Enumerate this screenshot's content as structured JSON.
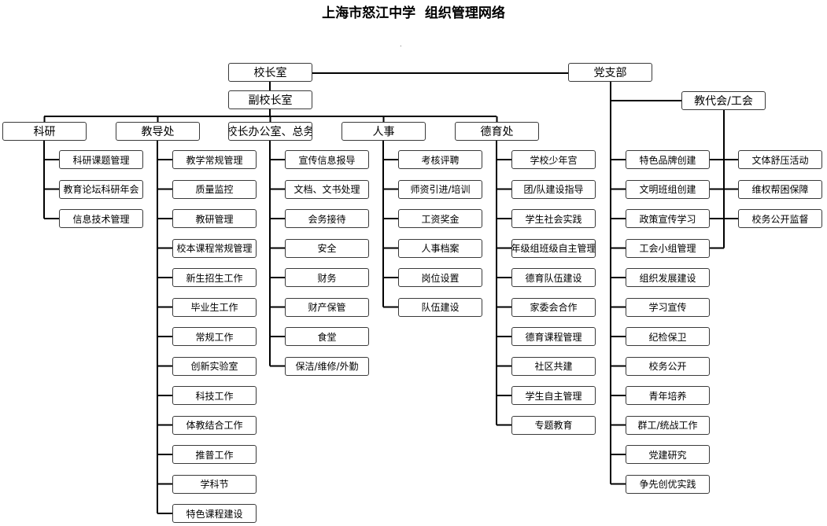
{
  "title": "上海市怒江中学  组织管理网络",
  "colors": {
    "line": "#000000",
    "border": "#3a3a3a"
  },
  "nodes": {
    "principal": "校长室",
    "party": "党支部",
    "vice": "副校长室",
    "congress": "教代会/工会",
    "keyan": "科研",
    "jiaodao": "教导处",
    "office": "校长办公室、总务",
    "renshi": "人事",
    "deyu": "德育处"
  },
  "lists": {
    "keyan": [
      "科研课题管理",
      "教育论坛科研年会",
      "信息技术管理"
    ],
    "jiaodao": [
      "教学常规管理",
      "质量监控",
      "教研管理",
      "校本课程常规管理",
      "新生招生工作",
      "毕业生工作",
      "常规工作",
      "创新实验室",
      "科技工作",
      "体教结合工作",
      "推普工作",
      "学科节",
      "特色课程建设"
    ],
    "office": [
      "宣传信息报导",
      "文档、文书处理",
      "会务接待",
      "安全",
      "财务",
      "财产保管",
      "食堂",
      "保洁/维修/外勤"
    ],
    "renshi": [
      "考核评聘",
      "师资引进/培训",
      "工资奖金",
      "人事档案",
      "岗位设置",
      "队伍建设"
    ],
    "deyu": [
      "学校少年宫",
      "团/队建设指导",
      "学生社会实践",
      "年级组班级自主管理",
      "德育队伍建设",
      "家委会合作",
      "德育课程管理",
      "社区共建",
      "学生自主管理",
      "专题教育"
    ],
    "party": [
      "特色品牌创建",
      "文明班组创建",
      "政策宣传学习",
      "工会小组管理",
      "组织发展建设",
      "学习宣传",
      "纪检保卫",
      "校务公开",
      "青年培养",
      "群工/统战工作",
      "党建研究",
      "争先创优实践"
    ],
    "congress": [
      "文体舒压活动",
      "维权帮困保障",
      "校务公开监督"
    ]
  }
}
